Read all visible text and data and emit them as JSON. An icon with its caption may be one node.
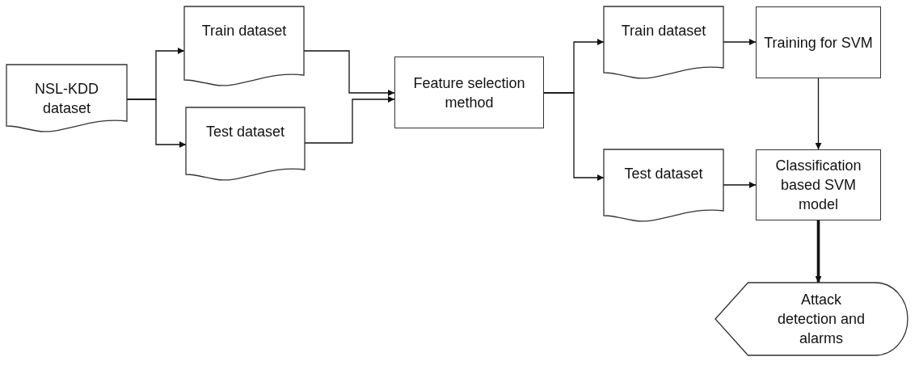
{
  "diagram": {
    "nodes": [
      {
        "text": [
          "NSL-KDD dataset"
        ]
      },
      {
        "text": [
          "Train dataset"
        ]
      },
      {
        "text": [
          "Test dataset"
        ]
      },
      {
        "text": [
          "Feature selection method"
        ]
      },
      {
        "text": [
          "Train dataset"
        ]
      },
      {
        "text": [
          "Training for SVM"
        ]
      },
      {
        "text": [
          "Test dataset"
        ]
      },
      {
        "text": [
          "Classification based SVM model"
        ]
      },
      {
        "text": [
          "Attack detection and alarms"
        ]
      }
    ],
    "edges": [
      {
        "from": 0,
        "to": 1,
        "arrow": "to"
      },
      {
        "from": 0,
        "to": 2,
        "arrow": "to"
      },
      {
        "from": 1,
        "to": 3,
        "arrow": "to"
      },
      {
        "from": 2,
        "to": 3,
        "arrow": "to"
      },
      {
        "from": 3,
        "to": 4,
        "arrow": "to"
      },
      {
        "from": 3,
        "to": 6,
        "arrow": "to"
      },
      {
        "from": 4,
        "to": 5,
        "arrow": "to"
      },
      {
        "from": 5,
        "to": 7,
        "arrow": "to"
      },
      {
        "from": 6,
        "to": 7,
        "arrow": "to"
      },
      {
        "from": 7,
        "to": 8,
        "arrow": "to",
        "style": "thick"
      }
    ]
  }
}
